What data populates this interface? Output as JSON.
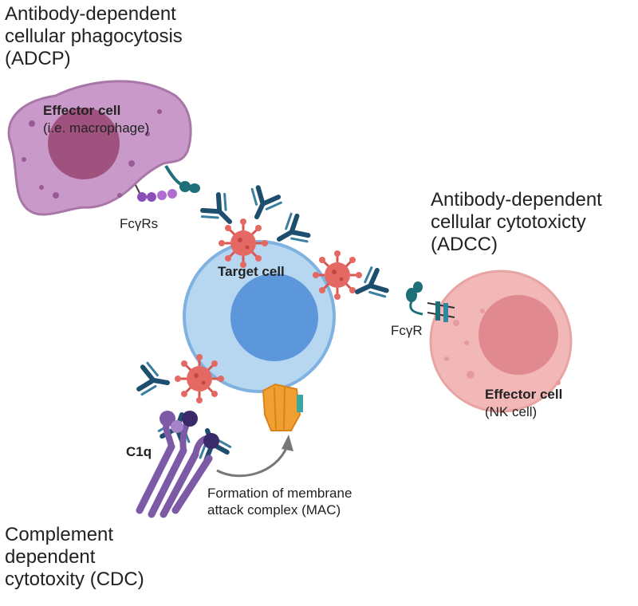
{
  "sections": {
    "adcp_title": "Antibody-dependent\ncellular phagocytosis\n(ADCP)",
    "adcc_title": "Antibody-dependent\ncellular cytotoxicty\n(ADCC)",
    "cdc_title": "Complement\ndependent\ncytotoxity (CDC)"
  },
  "macrophage": {
    "name": "Effector cell",
    "detail": "(i.e. macrophage)",
    "receptor_label": "FcγRs"
  },
  "target": {
    "name": "Target cell"
  },
  "nk": {
    "name": "Effector cell",
    "detail": "(NK cell)",
    "receptor_label": "FcγR"
  },
  "complement": {
    "c1q_label": "C1q",
    "mac_caption": "Formation of membrane\nattack complex (MAC)"
  },
  "colors": {
    "macrophage_fill": "#c99ac9",
    "macrophage_nucleus": "#a0527f",
    "target_fill": "#b7d7f1",
    "target_nucleus": "#5d97db",
    "nk_fill": "#f2b8b8",
    "nk_nucleus": "#e08a8f",
    "antibody": "#1d4e6e",
    "antigen": "#e46863",
    "receptor_teal": "#1f6f7a",
    "c1q": "#7d5aa6",
    "mac": "#f0a030",
    "arrow": "#777777"
  }
}
